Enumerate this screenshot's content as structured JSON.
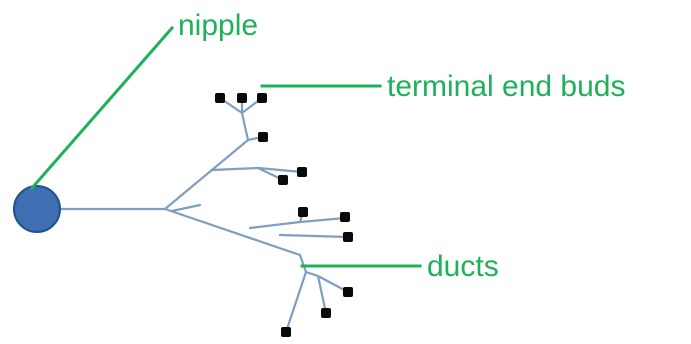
{
  "diagram": {
    "labels": {
      "nipple": "nipple",
      "terminal_end_buds": "terminal end buds",
      "ducts": "ducts"
    },
    "colors": {
      "label": "#1fb15a",
      "duct": "#7f9fc0",
      "nipple_fill": "#3f6fb2",
      "nipple_stroke": "#24508f",
      "bud": "#0a0a0a"
    }
  }
}
